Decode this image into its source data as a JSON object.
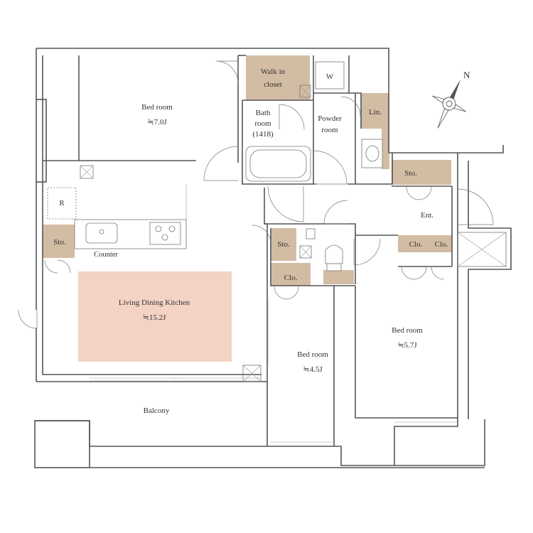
{
  "rooms": {
    "bedroom_main": {
      "name": "Bed room",
      "area": "≒7.0J"
    },
    "walk_in_closet": {
      "line1": "Walk in",
      "line2": "closet"
    },
    "washer": {
      "label": "W"
    },
    "bath": {
      "line1": "Bath",
      "line2": "room",
      "line3": "(1418)"
    },
    "powder": {
      "line1": "Powder",
      "line2": "room"
    },
    "linen": {
      "label": "Lin."
    },
    "refrigerator": {
      "label": "R"
    },
    "storage_kitchen": {
      "label": "Sto."
    },
    "counter": {
      "label": "Counter"
    },
    "ldk": {
      "name": "Living Dining Kitchen",
      "area": "≒15.2J"
    },
    "storage_hall": {
      "label": "Sto."
    },
    "closet_hall": {
      "label": "Clo."
    },
    "storage_entry": {
      "label": "Sto."
    },
    "entry": {
      "label": "Ent."
    },
    "closet_right_a": {
      "label": "Clo."
    },
    "closet_right_b": {
      "label": "Clo."
    },
    "bedroom_middle": {
      "name": "Bed room",
      "area": "≒4.5J"
    },
    "bedroom_right": {
      "name": "Bed room",
      "area": "≒5.7J"
    },
    "balcony": {
      "label": "Balcony"
    }
  },
  "compass": {
    "label": "N"
  },
  "colors": {
    "storage_fill": "#d2bca3",
    "ldk_fill": "#f3d3c4",
    "wall": "#555555",
    "text": "#333333"
  }
}
